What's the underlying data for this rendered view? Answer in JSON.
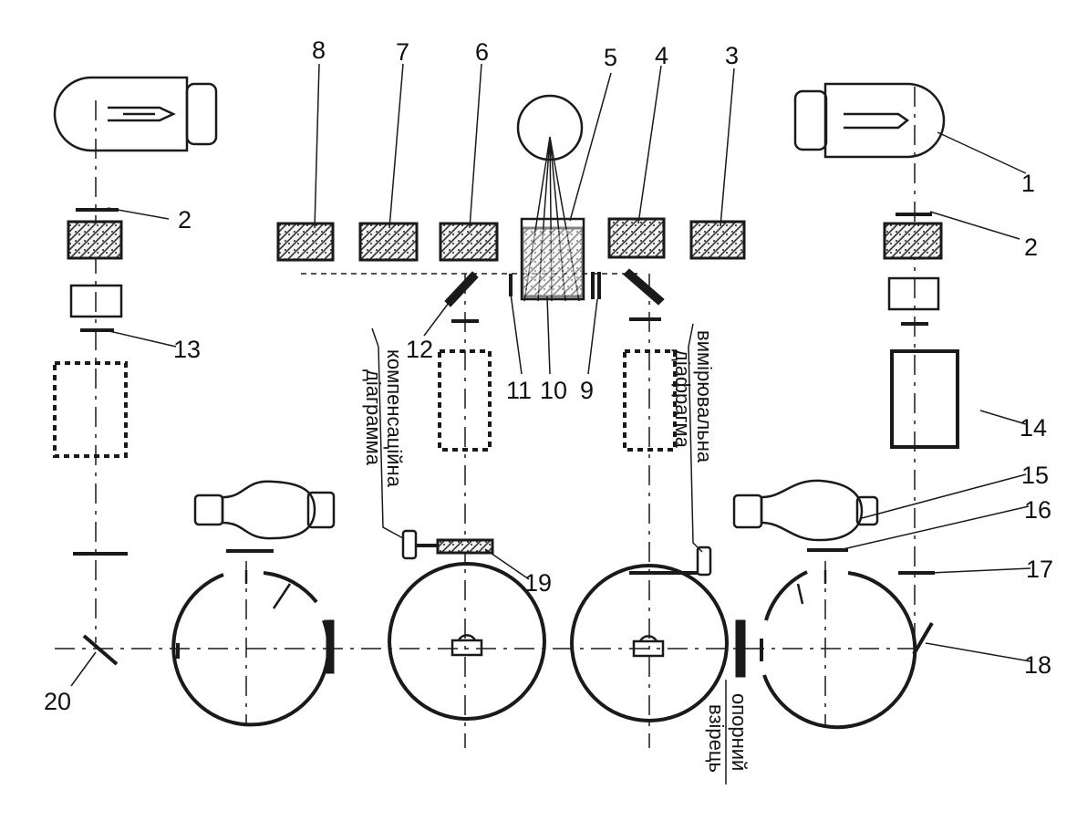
{
  "labels": {
    "n1": "1",
    "n2": "2",
    "n3": "3",
    "n4": "4",
    "n5": "5",
    "n6": "6",
    "n7": "7",
    "n8": "8",
    "n9": "9",
    "n10": "10",
    "n11": "11",
    "n12": "12",
    "n13": "13",
    "n14": "14",
    "n15": "15",
    "n16": "16",
    "n17": "17",
    "n18": "18",
    "n19": "19",
    "n20": "20"
  },
  "captions": {
    "compensation_line1": "компенсаційна",
    "compensation_line2": "діаграмма",
    "measuring_line1": "вимірювальна",
    "measuring_line2": "діафрагма",
    "reference_line1": "опорний",
    "reference_line2": "взірець"
  }
}
